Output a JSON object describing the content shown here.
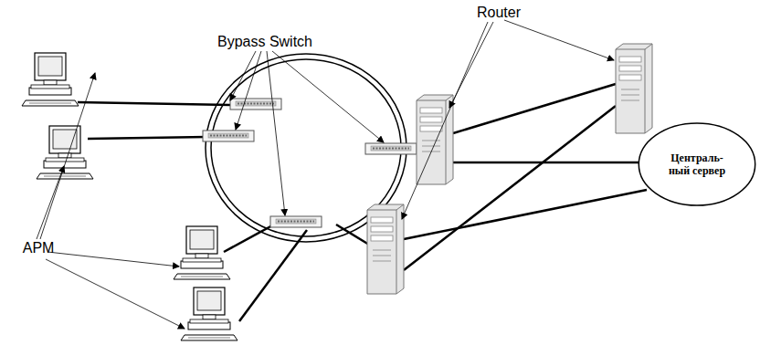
{
  "diagram": {
    "nodes": [
      {
        "text": [
          "Централь- ный сервер"
        ]
      }
    ],
    "labels": [
      "Bypass Switch",
      "Router",
      "АРМ"
    ]
  }
}
